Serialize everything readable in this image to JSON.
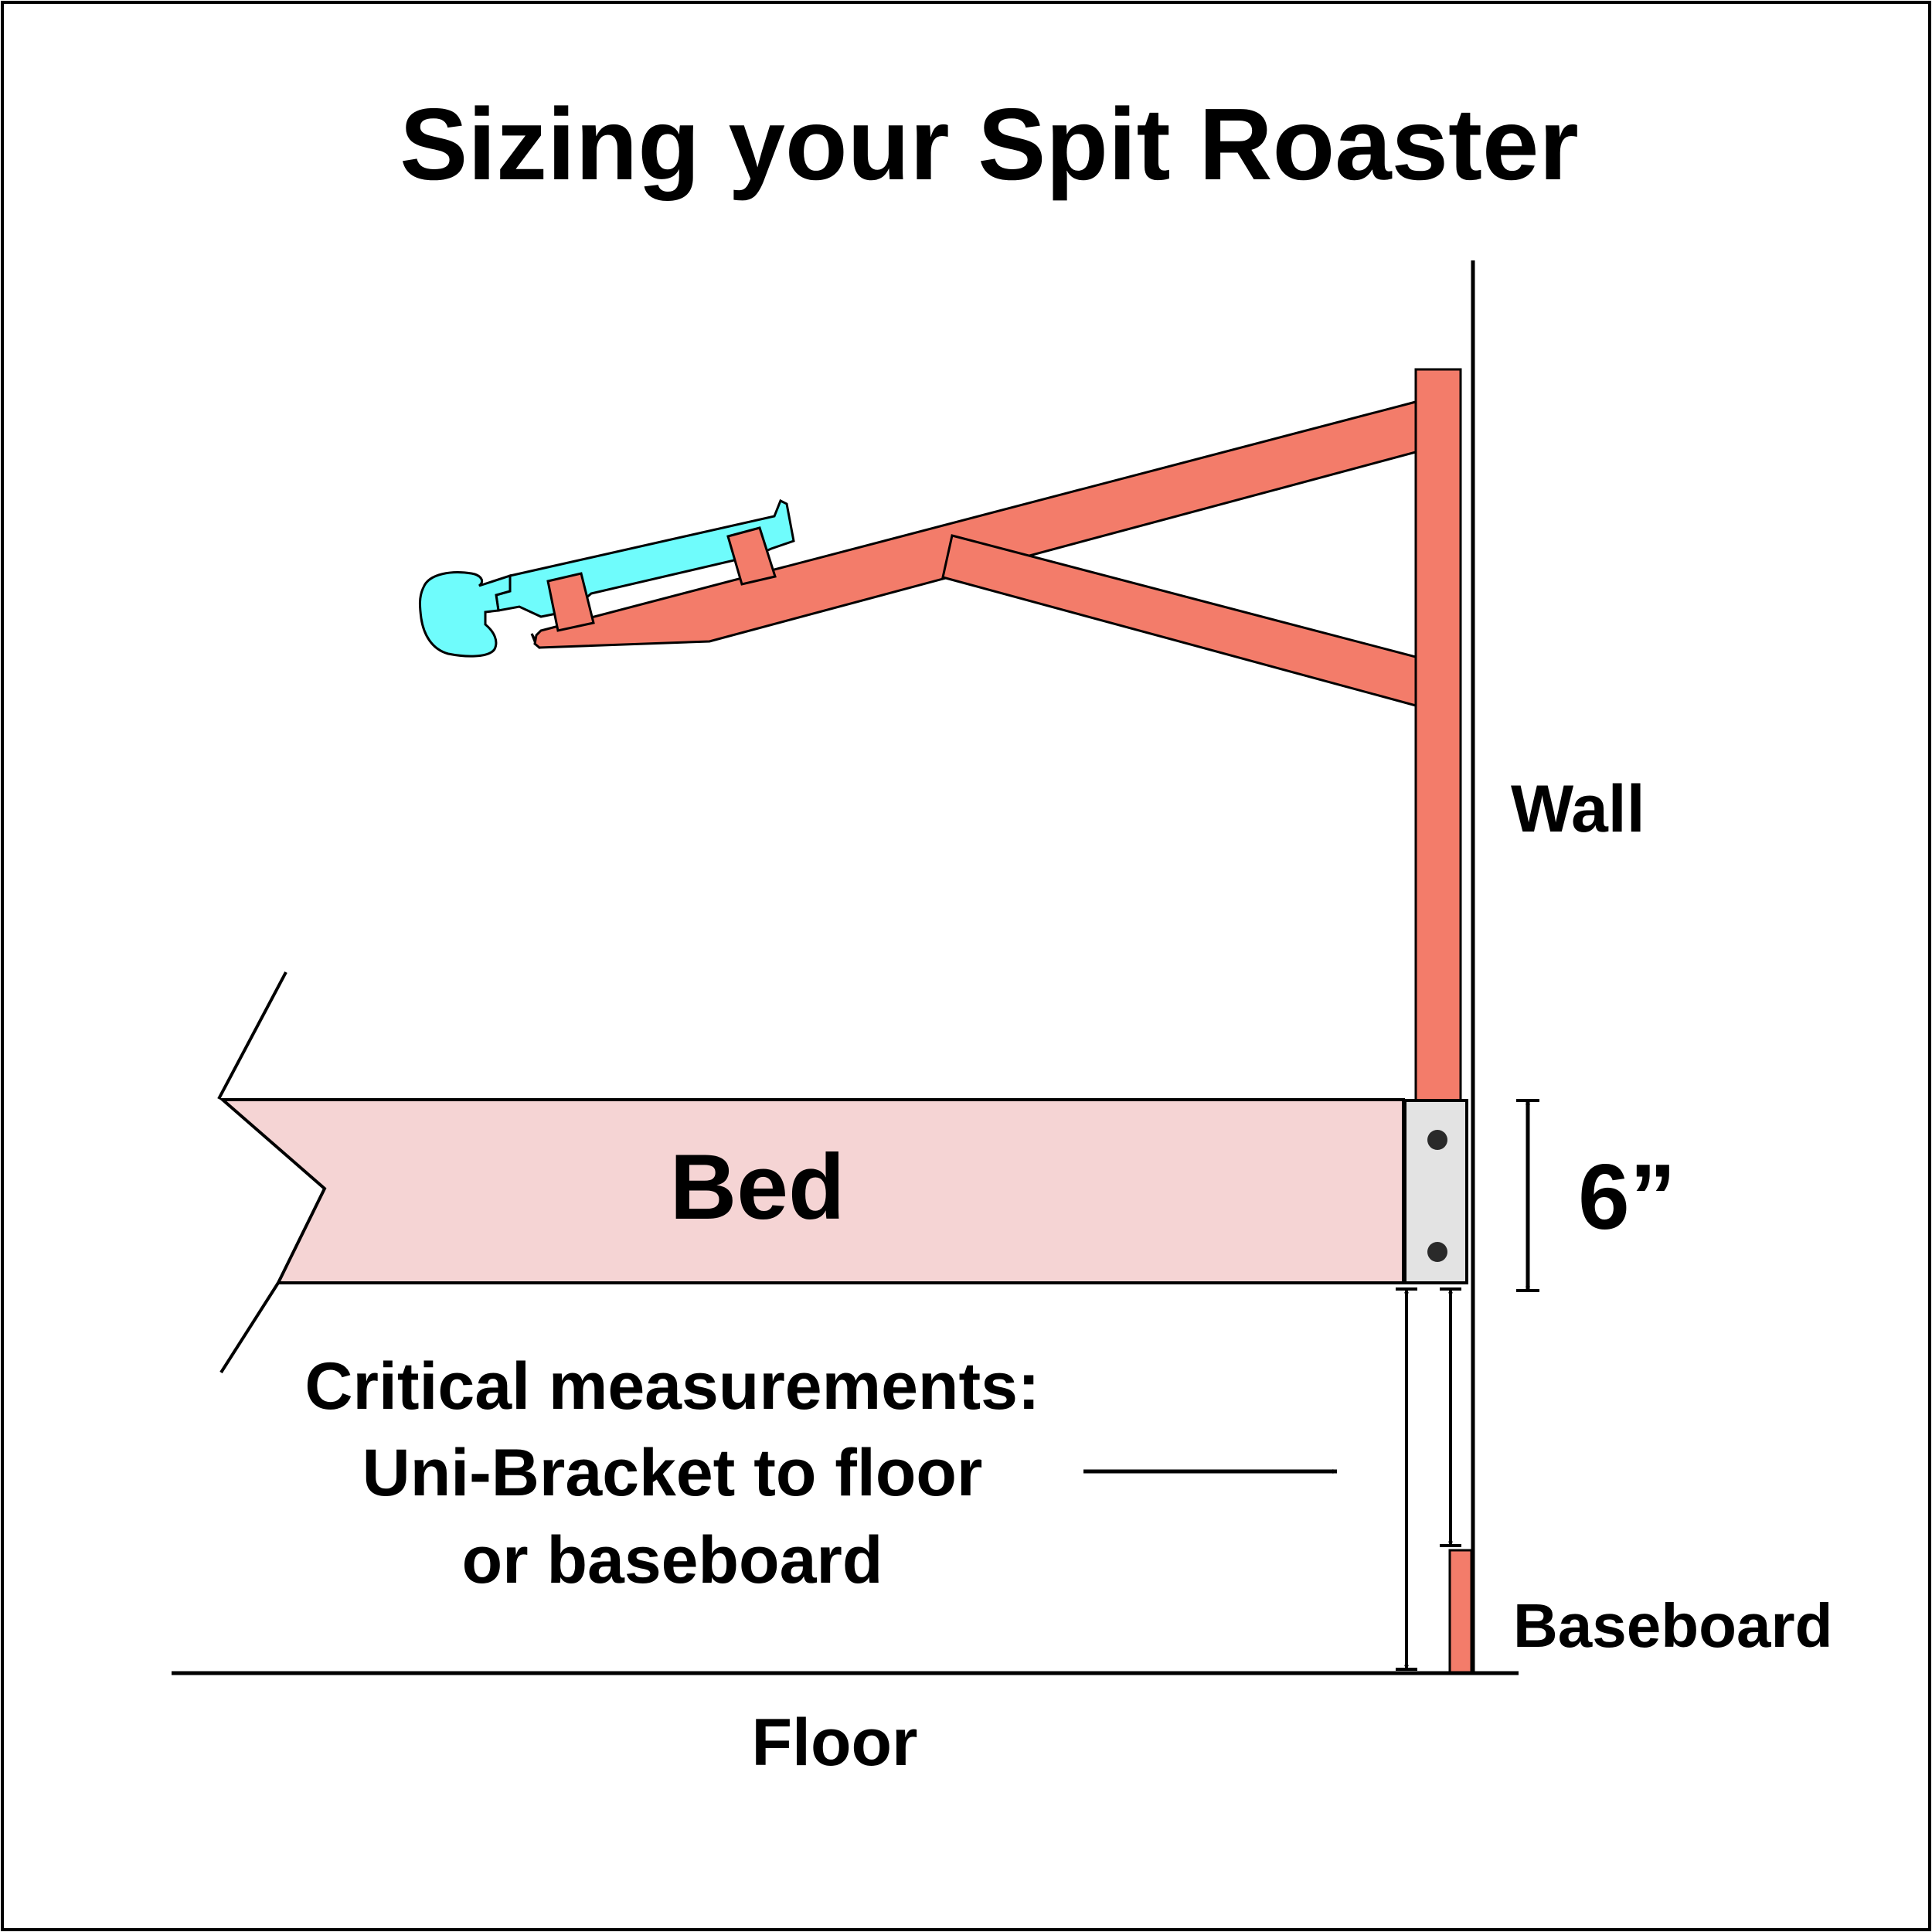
{
  "title": "Sizing your Spit Roaster",
  "labels": {
    "wall": "Wall",
    "bed": "Bed",
    "height": "6”",
    "baseboard": "Baseboard",
    "floor": "Floor",
    "critical_line1": "Critical measurements:",
    "critical_line2": "Uni-Bracket to floor",
    "critical_line3": "or baseboard"
  },
  "colors": {
    "frame": "#F37C6A",
    "bed": "#F5D4D4",
    "bracket": "#E3E3E3",
    "figure": "#6FFCFC",
    "line": "#000000",
    "background": "#FFFFFF"
  }
}
